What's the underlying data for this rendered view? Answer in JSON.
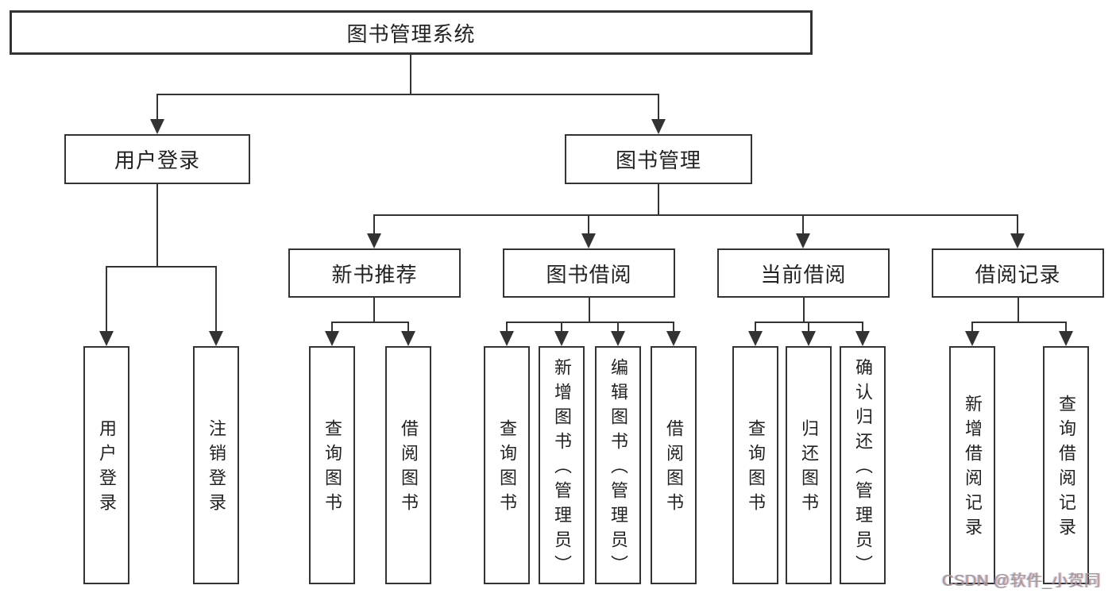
{
  "diagram": {
    "root": {
      "label": "图书管理系统"
    },
    "level2": [
      {
        "label": "用户登录"
      },
      {
        "label": "图书管理"
      }
    ],
    "level3": [
      {
        "label": "新书推荐",
        "parent": "图书管理"
      },
      {
        "label": "图书借阅",
        "parent": "图书管理"
      },
      {
        "label": "当前借阅",
        "parent": "图书管理"
      },
      {
        "label": "借阅记录",
        "parent": "图书管理"
      }
    ],
    "leaves": [
      {
        "label": "用户登录",
        "parent": "用户登录"
      },
      {
        "label": "注销登录",
        "parent": "用户登录"
      },
      {
        "label": "查询图书",
        "parent": "新书推荐"
      },
      {
        "label": "借阅图书",
        "parent": "新书推荐"
      },
      {
        "label": "查询图书",
        "parent": "图书借阅"
      },
      {
        "label": "新增图书（管理员）",
        "parent": "图书借阅"
      },
      {
        "label": "编辑图书（管理员）",
        "parent": "图书借阅"
      },
      {
        "label": "借阅图书",
        "parent": "图书借阅"
      },
      {
        "label": "查询图书",
        "parent": "当前借阅"
      },
      {
        "label": "归还图书",
        "parent": "当前借阅"
      },
      {
        "label": "确认归还（管理员）",
        "parent": "当前借阅"
      },
      {
        "label": "新增借阅记录",
        "parent": "借阅记录"
      },
      {
        "label": "查询借阅记录",
        "parent": "借阅记录"
      }
    ]
  },
  "watermark": {
    "text": "CSDN @软件_小贺同学"
  },
  "colors": {
    "line": "#333333",
    "box_border": "#333333",
    "box_text": "#222222",
    "background": "#ffffff",
    "watermark": "#9b9b9b"
  }
}
